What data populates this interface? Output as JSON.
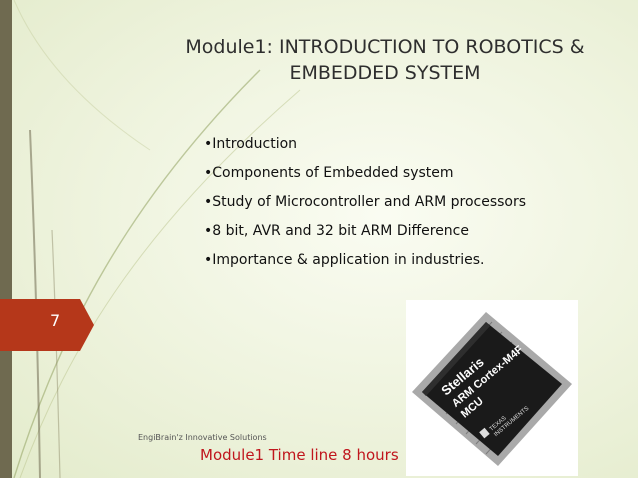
{
  "slide": {
    "title_line1": "Module1: INTRODUCTION TO ROBOTICS &",
    "title_line2": "EMBEDDED SYSTEM",
    "bullets": [
      "•Introduction",
      "•Components of Embedded system",
      "•Study of Microcontroller and ARM processors",
      "•8 bit, AVR and 32 bit ARM Difference",
      "•Importance & application in industries."
    ],
    "page_number": "7",
    "footer_company": "EngiBrain'z Innovative Solutions",
    "footer_timeline": "Module1 Time line 8 hours"
  },
  "chip_image": {
    "brand": "Stellaris",
    "line2": "ARM Cortex-M4F",
    "line3": "MCU",
    "maker_line1": "TEXAS",
    "maker_line2": "INSTRUMENTS"
  },
  "colors": {
    "page_tab": "#b5371a",
    "left_bar": "#6f6a50",
    "timeline_text": "#c0161d"
  }
}
